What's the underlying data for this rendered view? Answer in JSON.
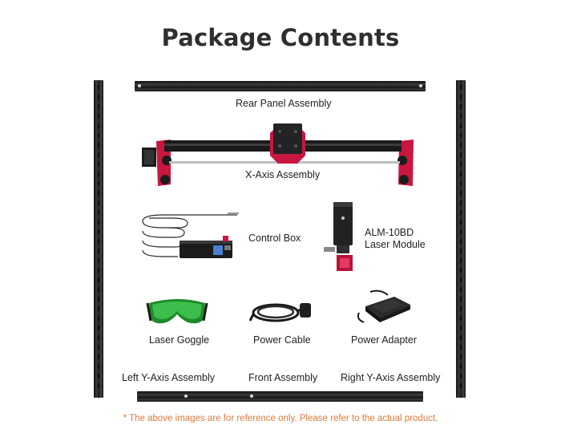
{
  "title": "Package Contents",
  "items": {
    "rear_panel": "Rear Panel Assembly",
    "x_axis": "X-Axis Assembly",
    "control_box": "Control Box",
    "laser_module_line1": "ALM-10BD",
    "laser_module_line2": "Laser Module",
    "goggle": "Laser Goggle",
    "power_cable": "Power Cable",
    "power_adapter": "Power Adapter",
    "left_y": "Left Y-Axis Assembly",
    "front": "Front Assembly",
    "right_y": "Right Y-Axis Assembly"
  },
  "note": "* The above images are for reference only. Please refer to the actual product.",
  "colors": {
    "title": "#2f2f2f",
    "note": "#e0793a",
    "accent_red": "#c8163f",
    "rail_black": "#1a1a1a"
  }
}
